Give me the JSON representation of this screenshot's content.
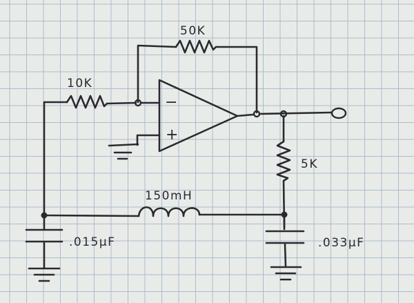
{
  "schematic": {
    "resistor_feedback": "50K",
    "resistor_input": "10K",
    "resistor_load": "5K",
    "inductor": "150mH",
    "capacitor_left": ".015µF",
    "capacitor_right": ".033µF",
    "opamp_inverting": "−",
    "opamp_noninverting": "+"
  },
  "colors": {
    "ink": "#2a2a2e",
    "paper": "#e9ebe9",
    "grid": "#a9bccb"
  }
}
